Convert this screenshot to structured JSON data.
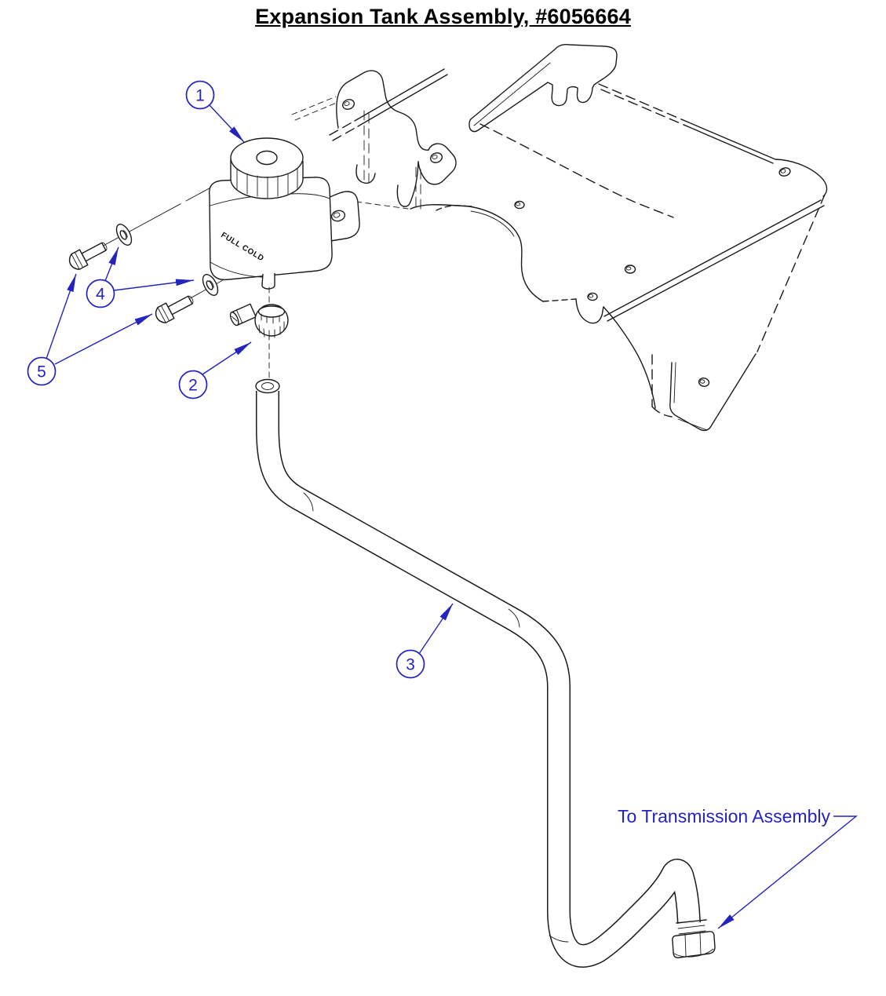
{
  "title": "Expansion Tank Assembly, #6056664",
  "labels": {
    "to_transmission": "To Transmission Assembly",
    "tank_embossed": "FULL COLD"
  },
  "callouts": [
    {
      "number": "1"
    },
    {
      "number": "2"
    },
    {
      "number": "3"
    },
    {
      "number": "4"
    },
    {
      "number": "5"
    }
  ],
  "colors": {
    "callout_blue": "#2424bd",
    "line": "#1b1b1b",
    "background": "#ffffff"
  }
}
